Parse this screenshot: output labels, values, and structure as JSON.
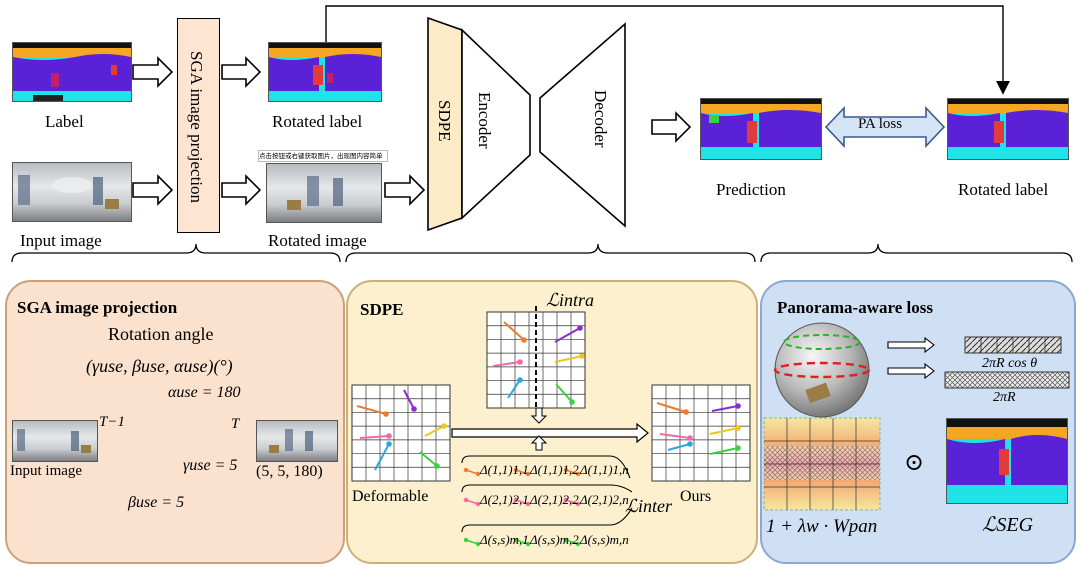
{
  "top": {
    "label": "Label",
    "input_image": "Input image",
    "sga_box": "SGA image projection",
    "rotated_label": "Rotated label",
    "rotated_image": "Rotated image",
    "tooltip": "点击按钮或右键获取图片，出现图内容简单",
    "sdpe": "SDPE",
    "encoder": "Encoder",
    "decoder": "Decoder",
    "prediction": "Prediction",
    "pa_loss": "PA loss",
    "rotated_label_2": "Rotated label"
  },
  "sga_panel": {
    "title": "SGA image projection",
    "rotation_angle": "Rotation angle",
    "angle_tuple": "(γuse, βuse, αuse)(°)",
    "alpha": "αuse = 180",
    "t_inv": "T−1",
    "t": "T",
    "gamma": "γuse = 5",
    "beta": "βuse = 5",
    "input_image": "Input image",
    "result_tuple": "(5, 5, 180)"
  },
  "sdpe_panel": {
    "title": "SDPE",
    "l_intra": "ℒintra",
    "deformable": "Deformable",
    "ours": "Ours",
    "l_inter": "ℒinter",
    "deltas": [
      [
        "Δ(1,1)1,1",
        "Δ(1,1)1,2",
        "Δ(1,1)1,n"
      ],
      [
        "Δ(2,1)2,1",
        "Δ(2,1)2,2",
        "Δ(2,1)2,n"
      ],
      [
        "Δ(s,s)m,1",
        "Δ(s,s)m,2",
        "Δ(s,s)m,n"
      ]
    ]
  },
  "pa_panel": {
    "title": "Panorama-aware loss",
    "cos_label": "2πR cos θ",
    "r_label": "2πR",
    "weight": "1 + λw · Wpan",
    "odot": "⊙",
    "l_seg": "ℒSEG"
  },
  "colors": {
    "sga_panel_bg": "#fbe2cf",
    "sdpe_panel_bg": "#fcf0cf",
    "pa_panel_bg": "#cfe0f4",
    "sga_box_fill": "#fde5d2",
    "sdpe_fill": "#fdebc8",
    "label_purple": "#5b21d6",
    "label_cyan": "#1fe3e6",
    "label_orange": "#f5a623"
  }
}
